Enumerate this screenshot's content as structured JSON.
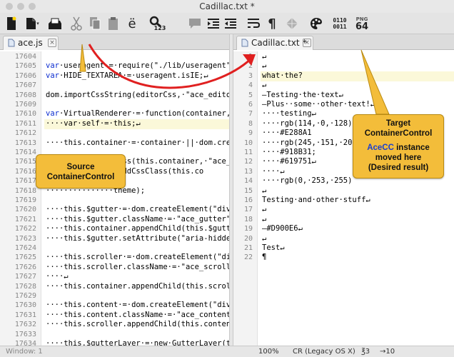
{
  "window": {
    "title": "Cadillac.txt *"
  },
  "toolbar": {
    "bits_top": "0110",
    "bits_bottom": "0011",
    "png_label": "PNG",
    "png_value": "64",
    "search_sub": "123",
    "quote_char": "ë"
  },
  "left_tab": {
    "label": "ace.js",
    "close": "×"
  },
  "right_tab": {
    "label": "Cadillac.txt *",
    "close": "×"
  },
  "left_lines": [
    {
      "n": "17604",
      "t": ""
    },
    {
      "n": "17605",
      "t": "var·useragent·=·require(\"./lib/useragent\");"
    },
    {
      "n": "17606",
      "t": "var·HIDE_TEXTAREA·=·useragent.isIE;↵"
    },
    {
      "n": "17607",
      "t": ""
    },
    {
      "n": "17608",
      "t": "dom.importCssString(editorCss,·\"ace_editor."
    },
    {
      "n": "17609",
      "t": ""
    },
    {
      "n": "17610",
      "t": "var·VirtualRenderer·=·function(container,·t"
    },
    {
      "n": "17611",
      "t": "····var·self·=·this;↵"
    },
    {
      "n": "17612",
      "t": ""
    },
    {
      "n": "17613",
      "t": "····this.container·=·container·||·dom.creat"
    },
    {
      "n": "17614",
      "t": ""
    },
    {
      "n": "17615",
      "t": "····dom.addCssClass(this.container,·\"ace_ed"
    },
    {
      "n": "17616",
      "t": "············dom.addCssClass(this.co"
    },
    {
      "n": "17617",
      "t": ""
    },
    {
      "n": "17618",
      "t": "···············theme);"
    },
    {
      "n": "17619",
      "t": ""
    },
    {
      "n": "17620",
      "t": "····this.$gutter·=·dom.createElement(\"div\")"
    },
    {
      "n": "17621",
      "t": "····this.$gutter.className·=·\"ace_gutter\";"
    },
    {
      "n": "17622",
      "t": "····this.container.appendChild(this.$gutte"
    },
    {
      "n": "17623",
      "t": "····this.$gutter.setAttribute(\"aria-hidden\""
    },
    {
      "n": "17624",
      "t": ""
    },
    {
      "n": "17625",
      "t": "····this.scroller·=·dom.createElement(\"div\""
    },
    {
      "n": "17626",
      "t": "····this.scroller.className·=·\"ace_scroller"
    },
    {
      "n": "17627",
      "t": "····↵"
    },
    {
      "n": "17628",
      "t": "····this.container.appendChild(this.scrolle"
    },
    {
      "n": "17629",
      "t": ""
    },
    {
      "n": "17630",
      "t": "····this.content·=·dom.createElement(\"div\")"
    },
    {
      "n": "17631",
      "t": "····this.content.className·=·\"ace_content\";"
    },
    {
      "n": "17632",
      "t": "····this.scroller.appendChild(this.content)"
    },
    {
      "n": "17633",
      "t": ""
    },
    {
      "n": "17634",
      "t": "····this.$gutterLayer·=·new·GutterLayer(thi"
    },
    {
      "n": "17635",
      "t": "····this.$gutterLayer.on(\"changeGutterWidth"
    }
  ],
  "right_lines": [
    {
      "n": "1",
      "t": "↵"
    },
    {
      "n": "2",
      "t": "↵"
    },
    {
      "n": "3",
      "t": "what·the?"
    },
    {
      "n": "4",
      "t": "↵"
    },
    {
      "n": "5",
      "t": "—Testing·the·text↵"
    },
    {
      "n": "6",
      "t": "—Plus··some··other·text!↵"
    },
    {
      "n": "7",
      "t": "····testing↵"
    },
    {
      "n": "8",
      "t": "····rgb(114,·0,·128);"
    },
    {
      "n": "9",
      "t": "····#E288A1"
    },
    {
      "n": "10",
      "t": "····rgb(245,·151,·20)"
    },
    {
      "n": "11",
      "t": "····#918B31;"
    },
    {
      "n": "12",
      "t": "····#619751↵"
    },
    {
      "n": "13",
      "t": "····↵"
    },
    {
      "n": "14",
      "t": "····rgb(0,·253,·255)"
    },
    {
      "n": "15",
      "t": "↵"
    },
    {
      "n": "16",
      "t": "Testing·and·other·stuff↵"
    },
    {
      "n": "17",
      "t": "↵"
    },
    {
      "n": "18",
      "t": "↵"
    },
    {
      "n": "19",
      "t": "—#D900E6↵"
    },
    {
      "n": "20",
      "t": "↵"
    },
    {
      "n": "21",
      "t": "Test↵"
    },
    {
      "n": "22",
      "t": "¶"
    }
  ],
  "callouts": {
    "source_line1": "Source",
    "source_line2": "ContainerControl",
    "target_line1": "Target",
    "target_line2": "ContainerControl",
    "target_highlight": "AceCC",
    "target_rest1": " instance",
    "target_line4": "moved here",
    "target_line5": "(Desired result)"
  },
  "status": {
    "window": "Window: 1",
    "zoom": "100%",
    "line_ending": "CR (Legacy OS X)",
    "up": "℥3",
    "right": "→10"
  },
  "colors": {
    "callout": "#f3bd3a",
    "arrow": "#e02020",
    "keyword": "#0a2bcf",
    "highlight_text": "#1a3fd0"
  }
}
